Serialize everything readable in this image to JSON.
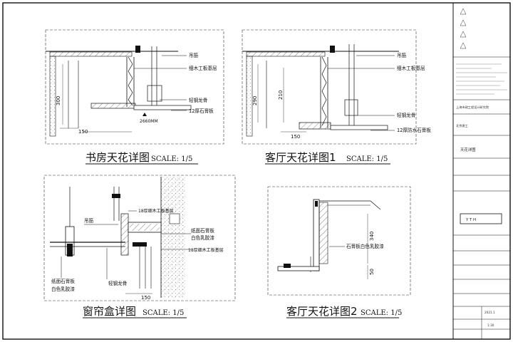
{
  "panels": {
    "study": {
      "title": "书房天花详图",
      "scale": "SCALE: 1/5",
      "labels": {
        "boom": "吊筋",
        "base": "细木工板基层",
        "keel": "轻钢龙骨",
        "gypsum": "12厚石膏板"
      },
      "dims": {
        "h300": "300",
        "w150": "150",
        "w2660": "2660MM"
      }
    },
    "living1": {
      "title": "客厅天花详图1",
      "scale": "SCALE: 1/5",
      "labels": {
        "boom": "吊筋",
        "base": "细木工板基层",
        "keel": "轻钢龙骨",
        "board": "12厚防水石膏板"
      },
      "dims": {
        "h290": "290",
        "h210": "210",
        "w150": "150"
      }
    },
    "curtain": {
      "title": "窗帘盒详图",
      "scale": "SCALE: 1/5",
      "labels": {
        "base18a": "18厚细木工板基层",
        "boom": "吊筋",
        "paper_board": "纸面石膏板",
        "white_paint": "白色乳胶漆",
        "base18b": "18厚细木工板基层",
        "left_board": "纸面石膏板",
        "left_paint": "白色乳胶漆",
        "keel": "轻钢龙骨"
      },
      "dims": {
        "w150": "150"
      }
    },
    "living2": {
      "title": "客厅天花详图2",
      "scale": "SCALE: 1/5",
      "labels": {
        "gypsum_paint": "石膏板白色乳胶漆"
      },
      "dims": {
        "h340": "340",
        "h50": "50"
      }
    }
  },
  "titleblock": {
    "company": "上海市政工程设计研究院",
    "client": "北京建工",
    "drawing_name": "天花详图",
    "logo_text": "Y  T  H",
    "scale": "1:30",
    "date": "2021.1"
  }
}
